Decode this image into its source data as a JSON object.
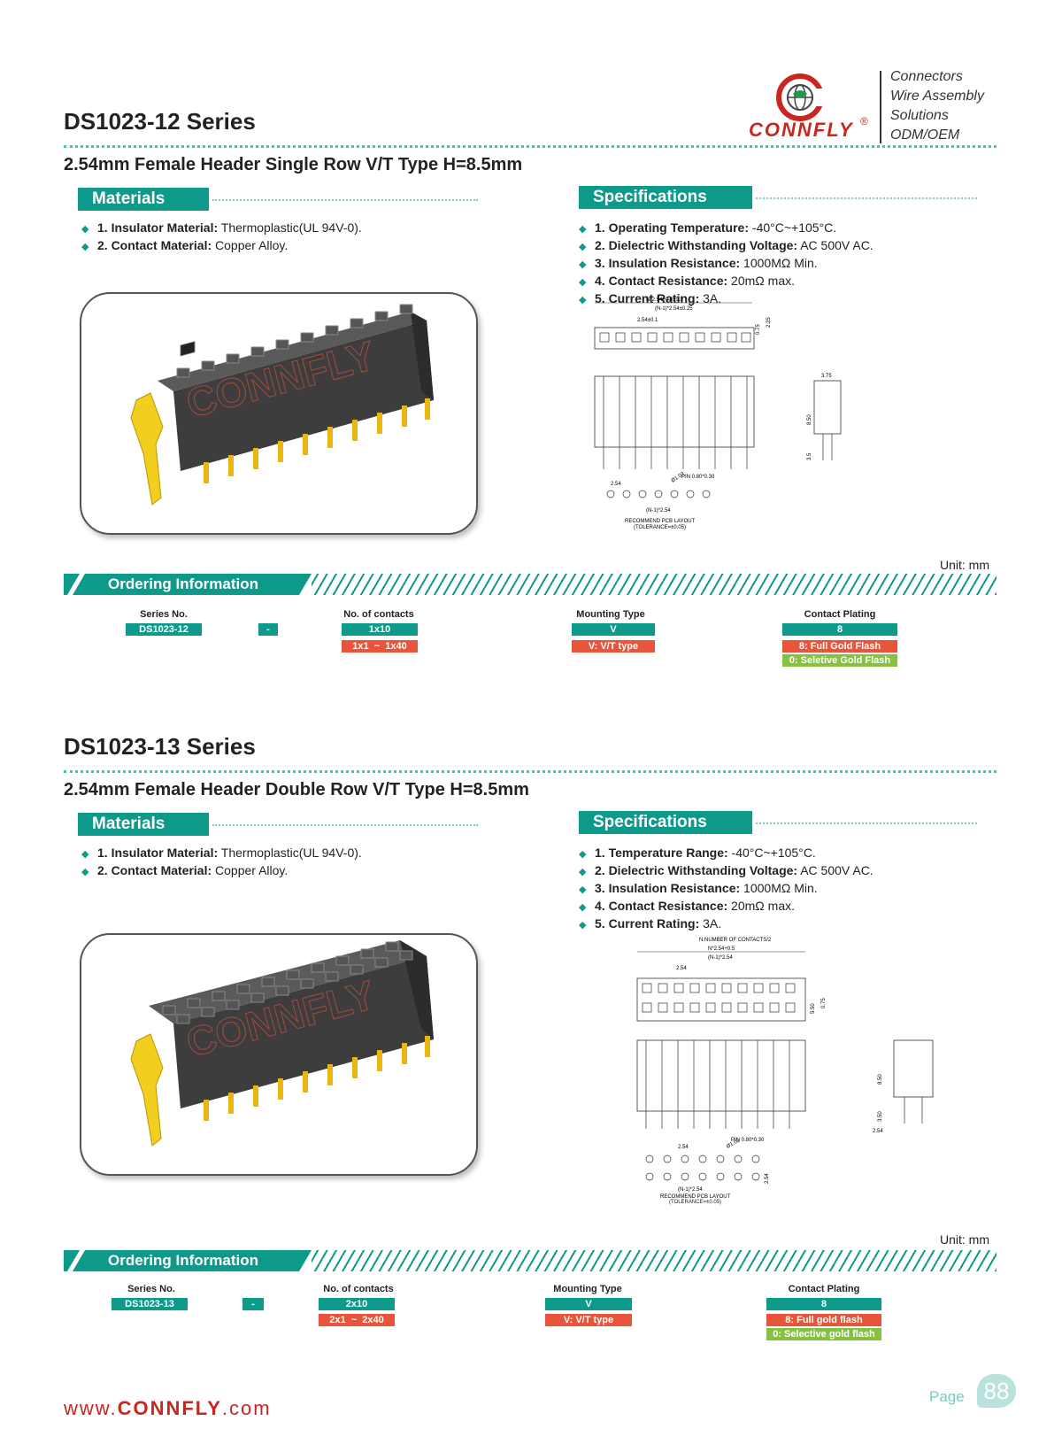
{
  "logo": {
    "brand": "CONNFLY",
    "registered": "®",
    "tagline": [
      "Connectors",
      "Wire Assembly",
      "Solutions",
      "ODM/OEM"
    ]
  },
  "series1": {
    "title": "DS1023-12 Series",
    "subtitle": "2.54mm Female Header Single Row V/T Type H=8.5mm",
    "materials_title": "Materials",
    "materials": [
      {
        "label": "1. Insulator Material:",
        "value": " Thermoplastic(UL 94V-0)."
      },
      {
        "label": "2. Contact Material:",
        "value": " Copper Alloy."
      }
    ],
    "specs_title": "Specifications",
    "specs": [
      {
        "label": "1. Operating Temperature:",
        "value": " -40°C~+105°C."
      },
      {
        "label": "2. Dielectric Withstanding Voltage:",
        "value": " AC 500V AC."
      },
      {
        "label": "3. Insulation Resistance:",
        "value": " 1000MΩ Min."
      },
      {
        "label": "4. Contact Resistance:",
        "value": " 20mΩ max."
      },
      {
        "label": "5. Current Rating:",
        "value": " 3A."
      }
    ],
    "photo_watermark": "CONNFLY",
    "drawing": {
      "dim_total": "N*2.54+0.8±0.3",
      "dim_pitch_n": "(N-1)*2.54±0.25",
      "dim_pitch": "2.54±0.1",
      "dim_h1": "0.75",
      "dim_h2": "2.25",
      "dim_width": "3.75",
      "dim_height": "8.50",
      "dim_tail": "3.5",
      "pin": "PIN 0.80*0.30",
      "pcb_pitch": "2.54",
      "pcb_hole": "Ø1.02",
      "pcb_span": "(N-1)*2.54",
      "pcb_note1": "RECOMMEND PCB LAYOUT",
      "pcb_note2": "(TOLERANCE=±0.05)"
    },
    "unit": "Unit: mm",
    "ordering_title": "Ordering Information",
    "ordering": {
      "series_head": "Series No.",
      "series_value": "DS1023-12",
      "dash": "-",
      "contacts_head": "No. of contacts",
      "contacts_value": "1x10",
      "contacts_range": "1x1  ~  1x40",
      "mount_head": "Mounting Type",
      "mount_value": "V",
      "mount_desc": "V: V/T type",
      "plating_head": "Contact Plating",
      "plating_value": "8",
      "plating_opt1": "8: Full Gold Flash",
      "plating_opt2": "0: Seletive Gold Flash"
    }
  },
  "series2": {
    "title": "DS1023-13 Series",
    "subtitle": "2.54mm Female Header Double Row V/T Type H=8.5mm",
    "materials_title": "Materials",
    "materials": [
      {
        "label": "1. Insulator Material:",
        "value": " Thermoplastic(UL 94V-0)."
      },
      {
        "label": "2. Contact Material:",
        "value": " Copper Alloy."
      }
    ],
    "specs_title": "Specifications",
    "specs": [
      {
        "label": "1. Temperature Range:",
        "value": " -40°C~+105°C."
      },
      {
        "label": "2. Dielectric Withstanding Voltage:",
        "value": " AC 500V AC."
      },
      {
        "label": "3. Insulation Resistance:",
        "value": " 1000MΩ Min."
      },
      {
        "label": "4. Contact Resistance:",
        "value": " 20mΩ max."
      },
      {
        "label": "5. Current Rating:",
        "value": " 3A."
      }
    ],
    "photo_watermark": "CONNFLY",
    "drawing": {
      "note": "N:NUMBER OF CONTACTS/2",
      "dim_total": "N*2.54+0.5",
      "dim_pitch_n": "(N-1)*2.54",
      "dim_pitch": "2.54",
      "dim_h1": "5.50",
      "dim_h2": "0.75",
      "dim_height": "8.50",
      "dim_tail": "3.50",
      "dim_width": "2.54",
      "pin": "PIN 0.80*0.30",
      "pcb_pitch": "2.54",
      "pcb_hole": "Ø1.02",
      "pcb_span": "(N-1)*2.54",
      "pcb_row": "2.54",
      "pcb_note1": "RECOMMEND PCB LAYOUT",
      "pcb_note2": "(TOLERANCE=±0.05)"
    },
    "unit": "Unit: mm",
    "ordering_title": "Ordering Information",
    "ordering": {
      "series_head": "Series No.",
      "series_value": "DS1023-13",
      "dash": "-",
      "contacts_head": "No. of contacts",
      "contacts_value": "2x10",
      "contacts_range": "2x1  ~  2x40",
      "mount_head": "Mounting Type",
      "mount_value": "V",
      "mount_desc": "V: V/T type",
      "plating_head": "Contact Plating",
      "plating_value": "8",
      "plating_opt1": "8: Full gold flash",
      "plating_opt2": "0: Selective gold flash"
    }
  },
  "footer": {
    "url_prefix": "www.",
    "url_brand": "CONNFLY",
    "url_suffix": ".com",
    "page_word": "Page",
    "page_number": "88"
  },
  "colors": {
    "teal": "#0e9a8a",
    "red": "#e8553a",
    "green": "#86c240",
    "brand_red": "#c8261f"
  }
}
